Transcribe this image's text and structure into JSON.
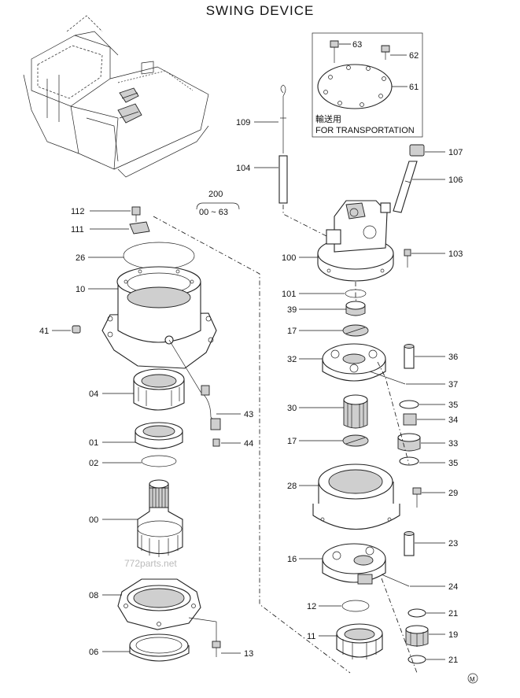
{
  "title": "SWING DEVICE",
  "transport_box": {
    "line1": "輸送用",
    "line2": "FOR TRANSPORTATION"
  },
  "assembly": {
    "number": "200",
    "range": "00 ~ 63"
  },
  "labels": {
    "p63": "63",
    "p62": "62",
    "p61": "61",
    "p109": "109",
    "p104": "104",
    "p107": "107",
    "p106": "106",
    "p112": "112",
    "p111": "111",
    "p26": "26",
    "p10": "10",
    "p41": "41",
    "p04": "04",
    "p43": "43",
    "p01": "01",
    "p02": "02",
    "p44": "44",
    "p00": "00",
    "p08": "08",
    "p06": "06",
    "p13": "13",
    "p100": "100",
    "p103": "103",
    "p101": "101",
    "p39": "39",
    "p17a": "17",
    "p32": "32",
    "p36": "36",
    "p37": "37",
    "p35a": "35",
    "p30": "30",
    "p34": "34",
    "p17b": "17",
    "p33": "33",
    "p35b": "35",
    "p28": "28",
    "p29": "29",
    "p23": "23",
    "p16": "16",
    "p24": "24",
    "p12": "12",
    "p21a": "21",
    "p11": "11",
    "p19": "19",
    "p21b": "21"
  },
  "watermark": "772parts.net",
  "corner_mark": "M"
}
